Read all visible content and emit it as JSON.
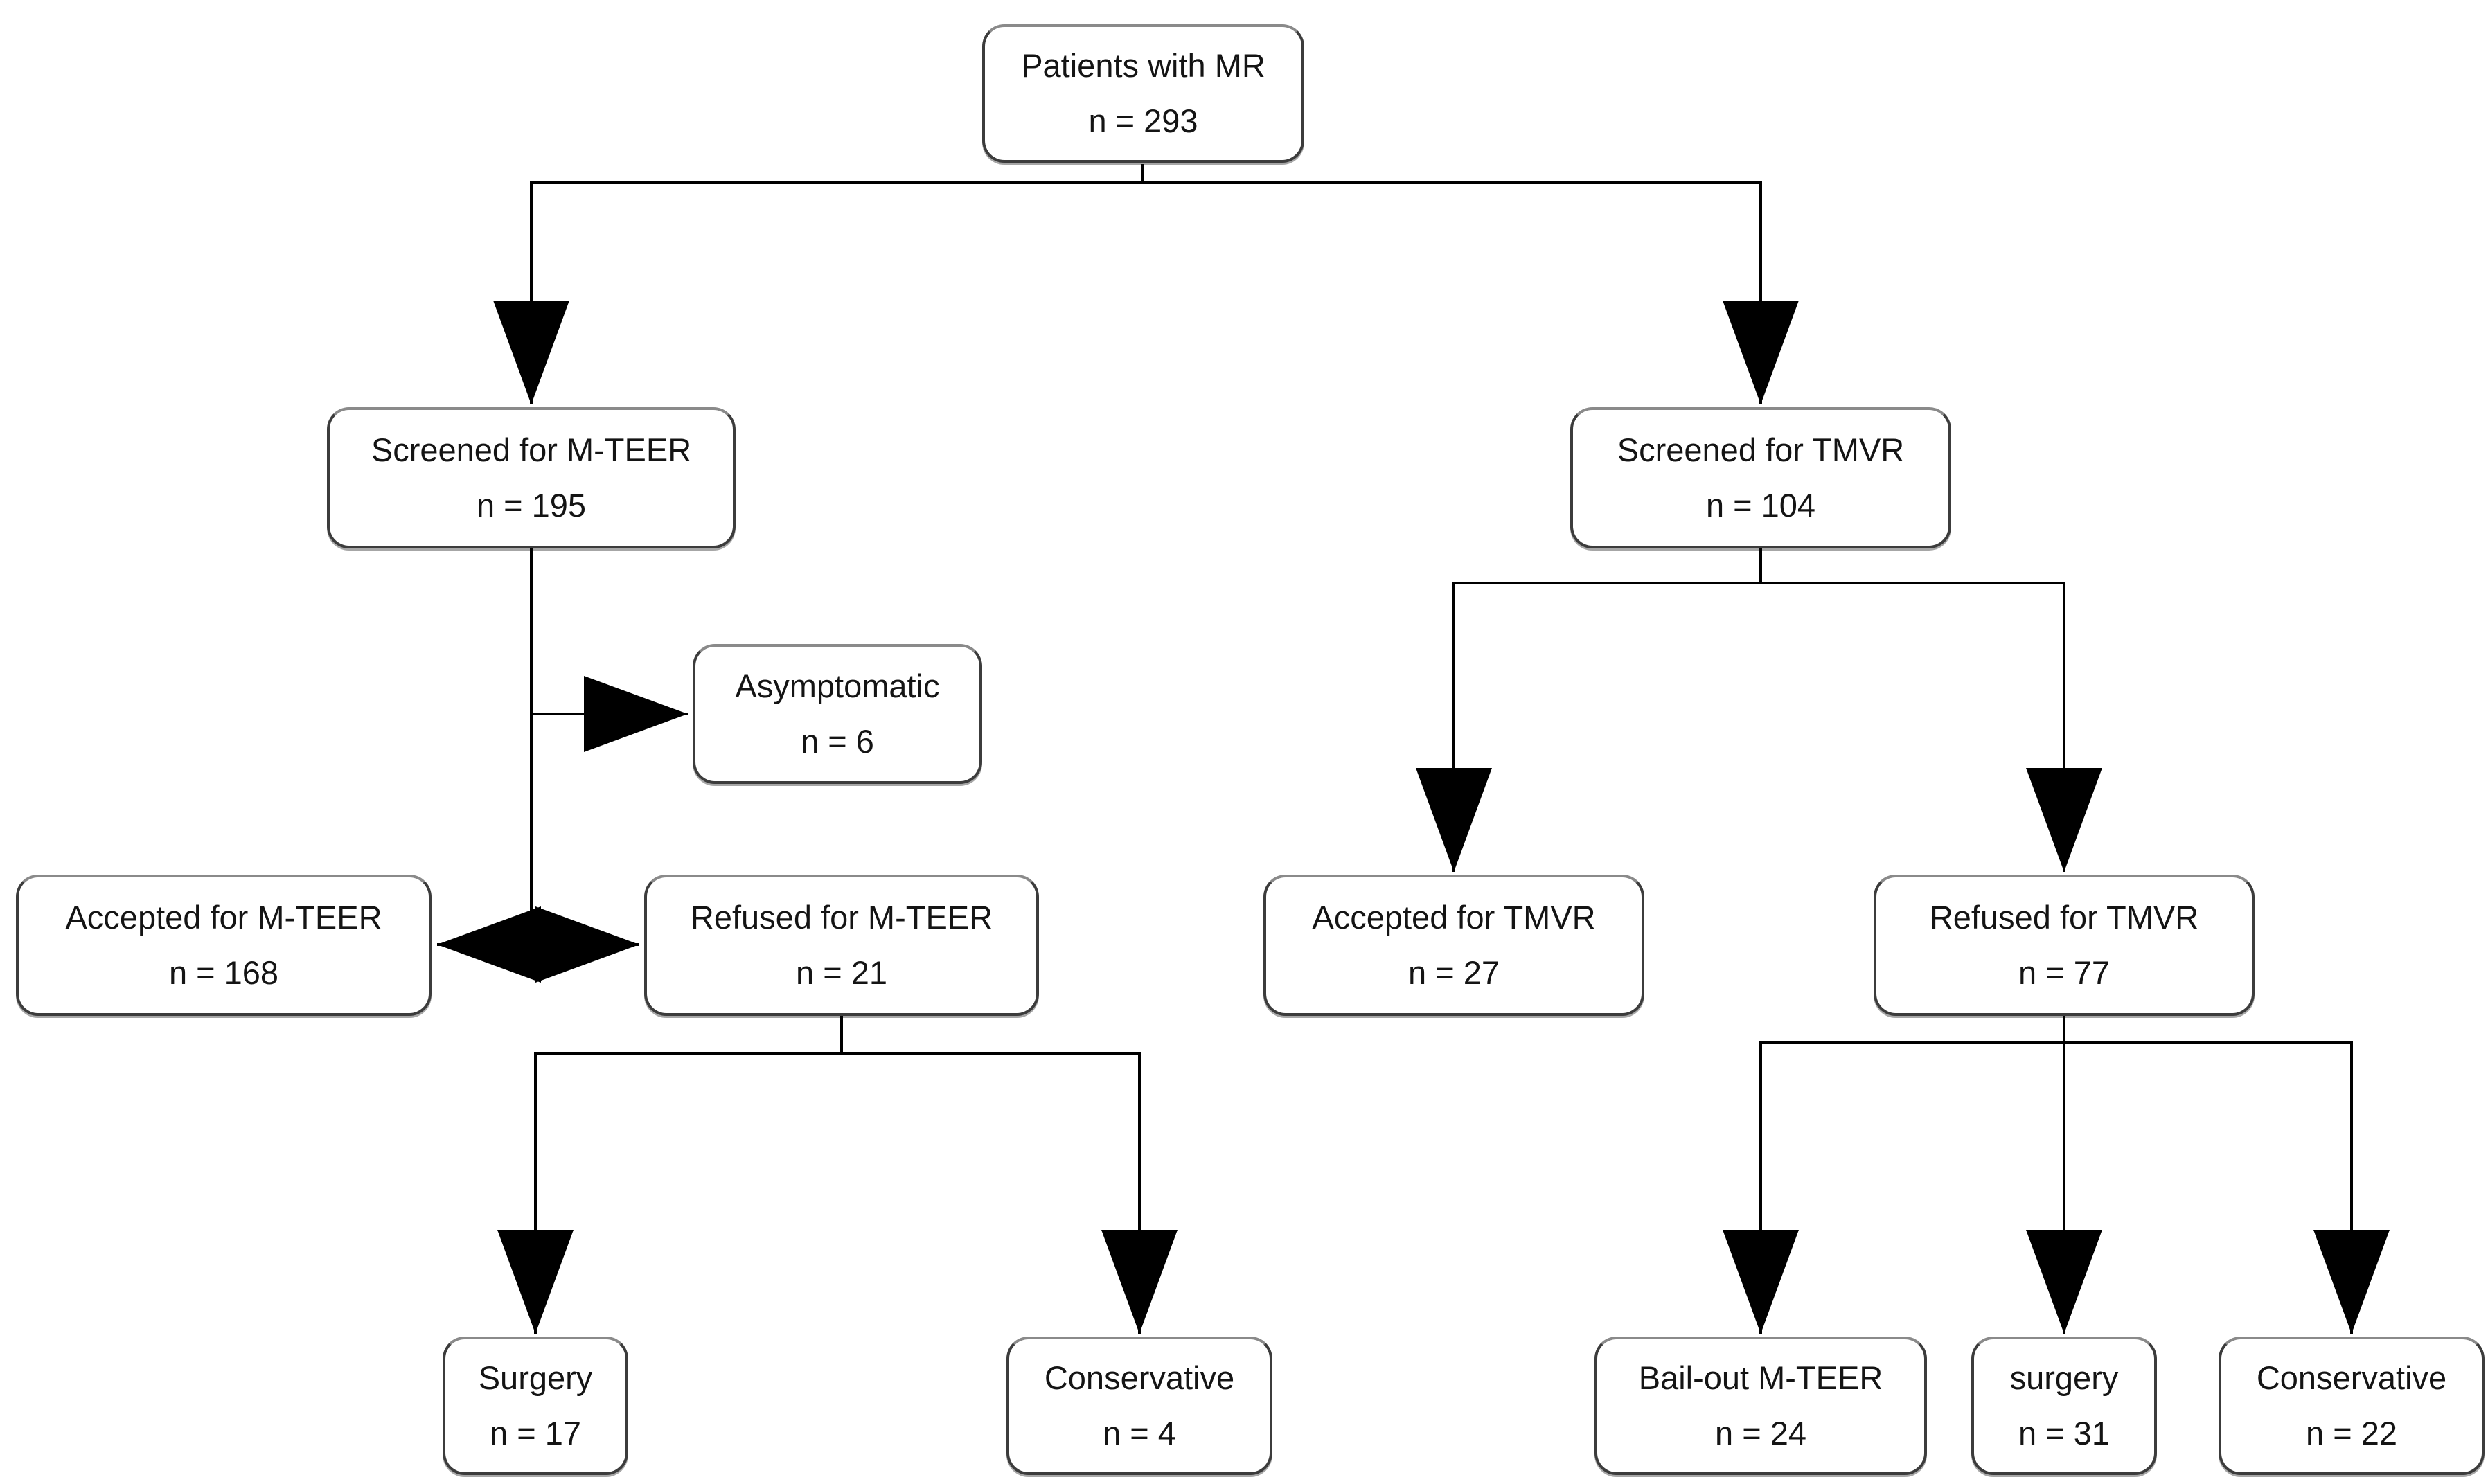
{
  "diagram": {
    "type": "flowchart",
    "description": "Patient screening and treatment allocation flow for mitral regurgitation (MR)",
    "colors": {
      "background": "#ffffff",
      "box_fill": "#ffffff",
      "box_border": "#3c3c3c",
      "line": "#000000",
      "text": "#141414"
    },
    "nodes": {
      "patients": {
        "label": "Patients with MR",
        "count": "n = 293",
        "n": 293
      },
      "screened_mteer": {
        "label": "Screened for M-TEER",
        "count": "n = 195",
        "n": 195
      },
      "asymptomatic": {
        "label": "Asymptomatic",
        "count": "n = 6",
        "n": 6
      },
      "accepted_mteer": {
        "label": "Accepted for M-TEER",
        "count": "n = 168",
        "n": 168
      },
      "refused_mteer": {
        "label": "Refused for M-TEER",
        "count": "n = 21",
        "n": 21
      },
      "surgery_mteer": {
        "label": "Surgery",
        "count": "n = 17",
        "n": 17
      },
      "conservative_mteer": {
        "label": "Conservative",
        "count": "n = 4",
        "n": 4
      },
      "screened_tmvr": {
        "label": "Screened for TMVR",
        "count": "n = 104",
        "n": 104
      },
      "accepted_tmvr": {
        "label": "Accepted for TMVR",
        "count": "n = 27",
        "n": 27
      },
      "refused_tmvr": {
        "label": "Refused for TMVR",
        "count": "n = 77",
        "n": 77
      },
      "bailout_mteer": {
        "label": "Bail-out M-TEER",
        "count": "n = 24",
        "n": 24
      },
      "surgery_tmvr": {
        "label": "surgery",
        "count": "n = 31",
        "n": 31
      },
      "conservative_tmvr": {
        "label": "Conservative",
        "count": "n = 22",
        "n": 22
      }
    },
    "edges": [
      {
        "from": "patients",
        "to": "screened_mteer",
        "arrow": "end"
      },
      {
        "from": "patients",
        "to": "screened_tmvr",
        "arrow": "end"
      },
      {
        "from": "screened_mteer",
        "to": "asymptomatic",
        "arrow": "end"
      },
      {
        "from": "screened_mteer",
        "to": "accepted_mteer",
        "arrow": "end"
      },
      {
        "from": "screened_mteer",
        "to": "refused_mteer",
        "arrow": "end"
      },
      {
        "from": "refused_mteer",
        "to": "surgery_mteer",
        "arrow": "end"
      },
      {
        "from": "refused_mteer",
        "to": "conservative_mteer",
        "arrow": "end"
      },
      {
        "from": "screened_tmvr",
        "to": "accepted_tmvr",
        "arrow": "end"
      },
      {
        "from": "screened_tmvr",
        "to": "refused_tmvr",
        "arrow": "end"
      },
      {
        "from": "refused_tmvr",
        "to": "bailout_mteer",
        "arrow": "end"
      },
      {
        "from": "refused_tmvr",
        "to": "surgery_tmvr",
        "arrow": "end"
      },
      {
        "from": "refused_tmvr",
        "to": "conservative_tmvr",
        "arrow": "end"
      }
    ]
  }
}
